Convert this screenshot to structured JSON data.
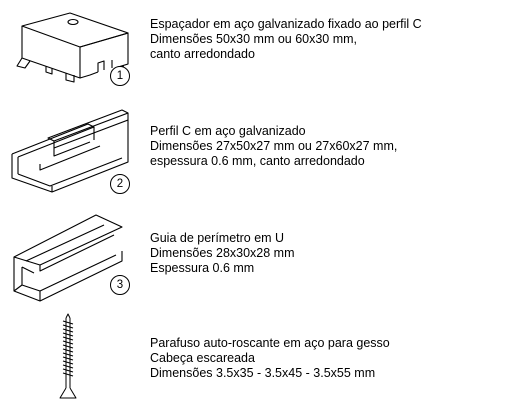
{
  "items": [
    {
      "number": "1",
      "icon": "spacer-bracket-icon",
      "lines": [
        "Espaçador em aço galvanizado fixado ao perfil C",
        "Dimensões 50x30 mm ou 60x30 mm,",
        "canto arredondado"
      ]
    },
    {
      "number": "2",
      "icon": "c-profile-icon",
      "lines": [
        "Perfil C em aço galvanizado",
        "Dimensões 27x50x27 mm ou 27x60x27 mm,",
        "espessura 0.6 mm, canto arredondado"
      ]
    },
    {
      "number": "3",
      "icon": "u-guide-icon",
      "lines": [
        "Guia de perímetro em U",
        "Dimensões 28x30x28 mm",
        "Espessura 0.6 mm"
      ]
    },
    {
      "number": "",
      "icon": "drywall-screw-icon",
      "lines": [
        "Parafuso auto-roscante em aço para gesso",
        "Cabeça escareada",
        "Dimensões 3.5x35 - 3.5x45 - 3.5x55 mm"
      ]
    }
  ]
}
